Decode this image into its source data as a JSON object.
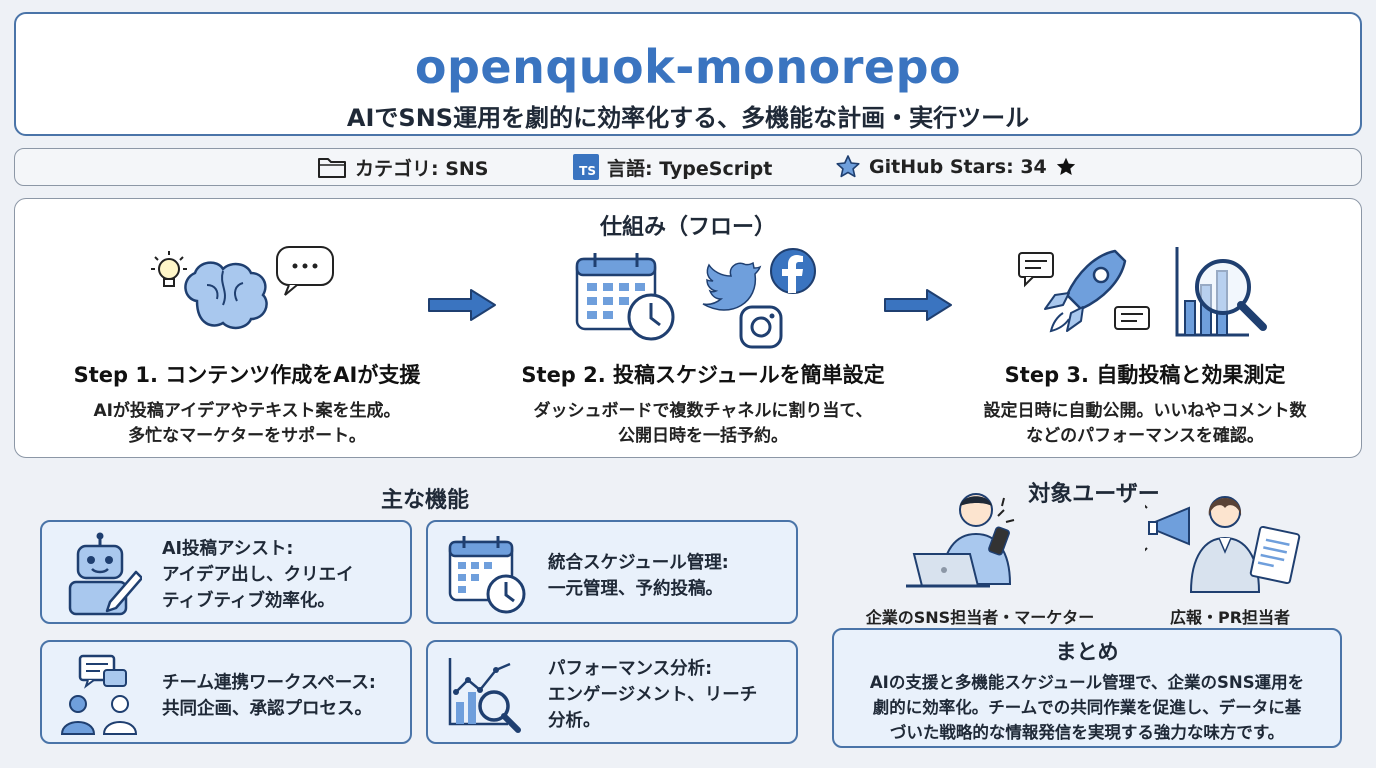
{
  "header": {
    "title": "openquok-monorepo",
    "subtitle": "AIでSNS運用を劇的に効率化する、多機能な計画・実行ツール"
  },
  "meta": {
    "category": "カテゴリ: SNS",
    "language_badge": "TS",
    "language": "言語: TypeScript",
    "stars": "GitHub Stars: 34"
  },
  "flow": {
    "title": "仕組み（フロー）",
    "steps": [
      {
        "title": "Step 1. コンテンツ作成をAIが支援",
        "desc": [
          "AIが投稿アイデアやテキスト案を生成。",
          "多忙なマーケターをサポート。"
        ]
      },
      {
        "title": "Step 2. 投稿スケジュールを簡単設定",
        "desc": [
          "ダッシュボードで複数チャネルに割り当て、",
          "公開日時を一括予約。"
        ]
      },
      {
        "title": "Step 3. 自動投稿と効果測定",
        "desc": [
          "設定日時に自動公開。いいねやコメント数",
          "などのパフォーマンスを確認。"
        ]
      }
    ]
  },
  "features": {
    "title": "主な機能",
    "cards": [
      {
        "lines": [
          "AI投稿アシスト:",
          "アイデア出し、クリエイ",
          "ティブティブ効率化。"
        ]
      },
      {
        "lines": [
          "統合スケジュール管理:",
          "一元管理、予約投稿。"
        ]
      },
      {
        "lines": [
          "チーム連携ワークスペース:",
          "共同企画、承認プロセス。"
        ]
      },
      {
        "lines": [
          "パフォーマンス分析:",
          "エンゲージメント、リーチ",
          "分析。"
        ]
      }
    ]
  },
  "users": {
    "title": "対象ユーザー",
    "items": [
      {
        "label": "企業のSNS担当者・マーケター"
      },
      {
        "label": "広報・PR担当者"
      }
    ]
  },
  "summary": {
    "title": "まとめ",
    "lines": [
      "AIの支援と多機能スケジュール管理で、企業のSNS運用を",
      "劇的に効率化。チームでの共同作業を促進し、データに基",
      "づいた戦略的な情報発信を実現する強力な味方です。"
    ]
  },
  "colors": {
    "accent": "#3a74c0",
    "border": "#4a74a8",
    "card_bg": "#e9f1fb",
    "icon_fill": "#a9c8ee"
  }
}
